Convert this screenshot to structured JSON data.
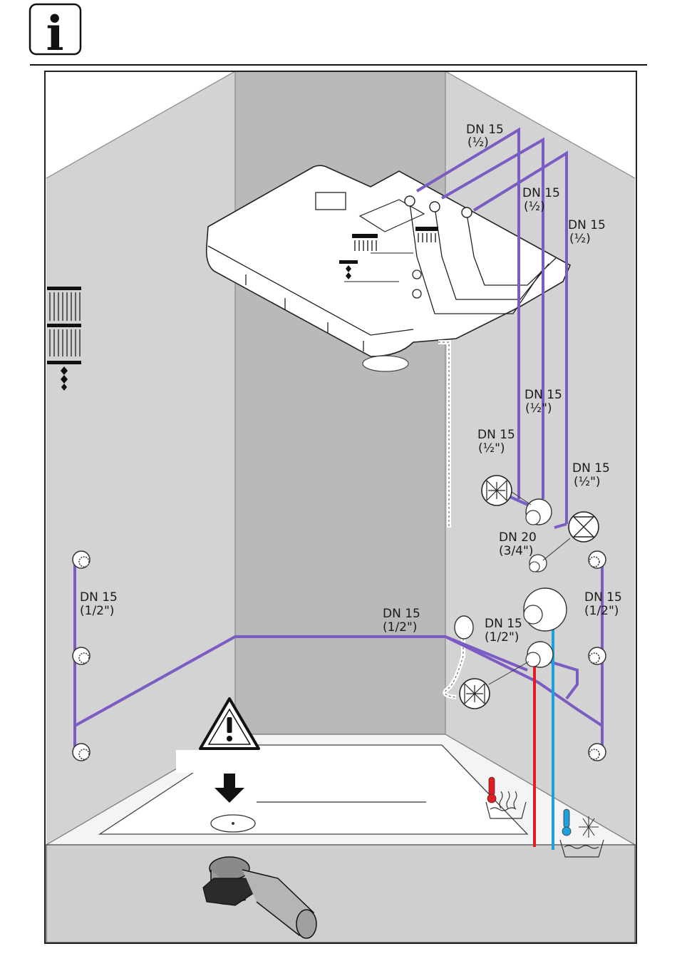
{
  "header": {
    "info_glyph": "i"
  },
  "colors": {
    "pipe": "#7a5cc2",
    "hot": "#e31b23",
    "cold": "#1ea0dc",
    "wall_side": "#d3d3d3",
    "wall_back": "#b9b9b9",
    "floor": "#cfcfcf"
  },
  "icons": {
    "info": "info-icon",
    "overhead_shower": "overhead-shower-icon",
    "hand_shower": "hand-shower-icon",
    "body_jet": "body-jet-icon",
    "shutoff_valve": "shutoff-valve-icon",
    "warning": "warning-triangle-icon",
    "down_arrow": "down-arrow-icon",
    "hot_water": "hot-water-icon",
    "cold_water": "cold-water-icon",
    "drain": "drain-trap-icon"
  },
  "pipe_labels": {
    "top_1": {
      "line1": "DN 15",
      "line2": "(½)"
    },
    "top_2": {
      "line1": "DN 15",
      "line2": "(½)"
    },
    "top_3": {
      "line1": "DN 15",
      "line2": "(½)"
    },
    "mid_1": {
      "line1": "DN 15",
      "line2": "(½\")"
    },
    "mid_2": {
      "line1": "DN 15",
      "line2": "(½\")"
    },
    "mid_3": {
      "line1": "DN 15",
      "line2": "(½\")"
    },
    "main_supply": {
      "line1": "DN 20",
      "line2": "(3/4\")"
    },
    "left_jets": {
      "line1": "DN 15",
      "line2": "(1/2\")"
    },
    "right_jets": {
      "line1": "DN 15",
      "line2": "(1/2\")"
    },
    "back_wall": {
      "line1": "DN 15",
      "line2": "(1/2\")"
    },
    "mixer": {
      "line1": "DN 15",
      "line2": "(1/2\")"
    }
  }
}
